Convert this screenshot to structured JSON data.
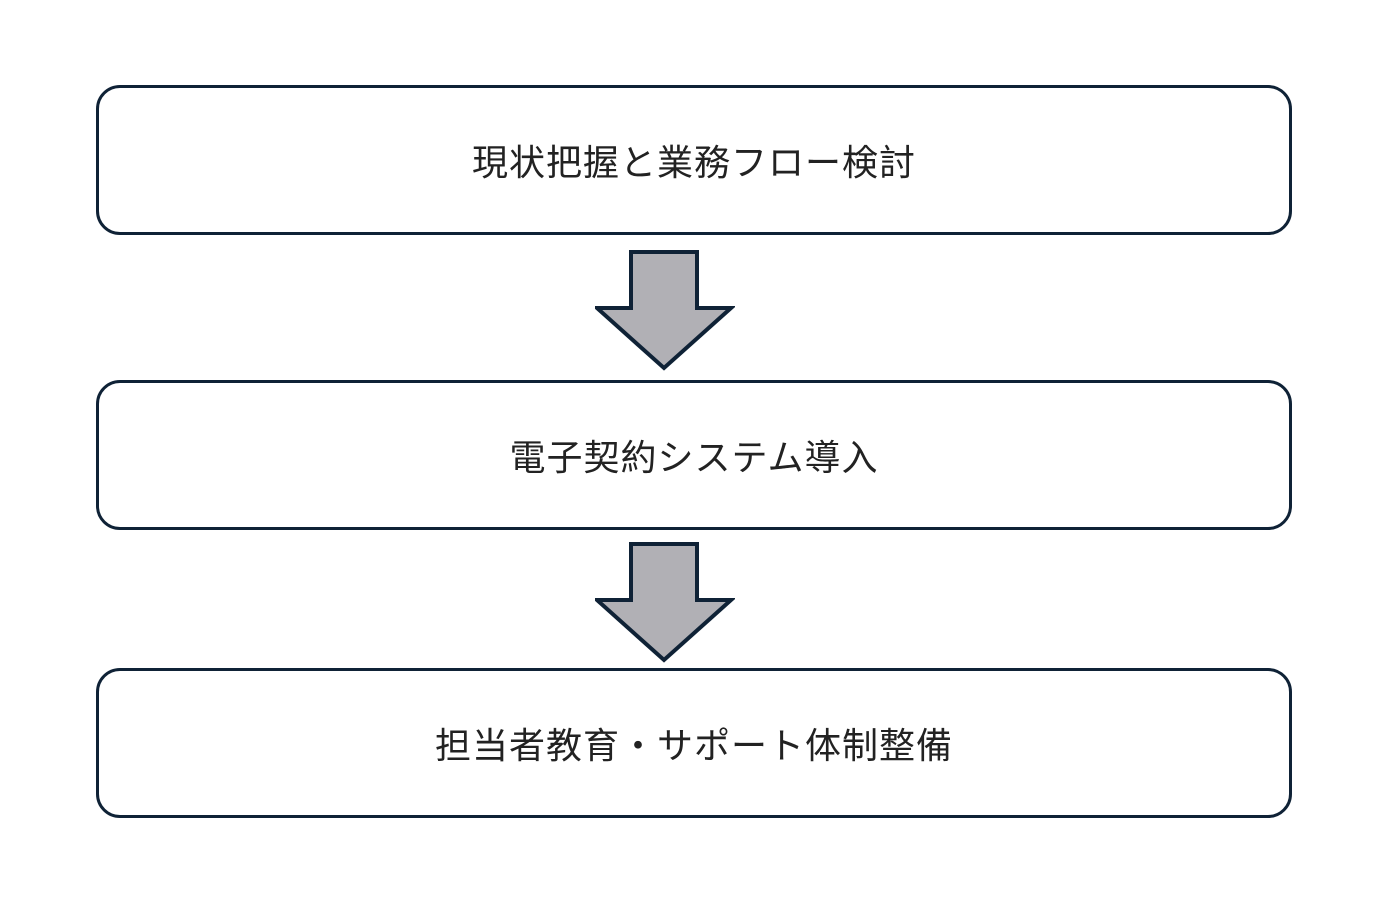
{
  "steps": [
    {
      "label": "現状把握と業務フロー検討"
    },
    {
      "label": "電子契約システム導入"
    },
    {
      "label": "担当者教育・サポート体制整備"
    }
  ],
  "colors": {
    "box_border": "#0f2236",
    "box_fill": "#ffffff",
    "arrow_fill": "#b1b0b5",
    "arrow_stroke": "#0f2236",
    "text": "#222222"
  }
}
